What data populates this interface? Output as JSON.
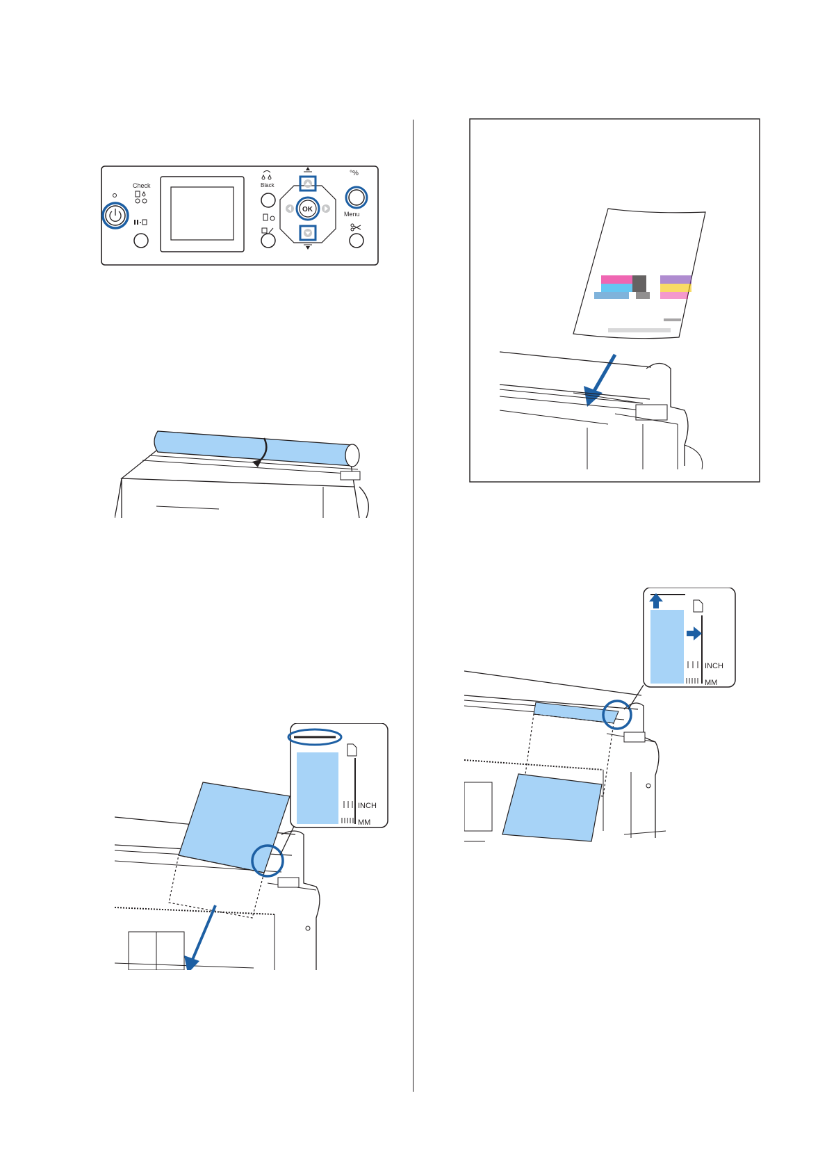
{
  "control_panel": {
    "labels": {
      "check": "Check",
      "black": "Black",
      "menu": "Menu",
      "ok": "OK"
    },
    "highlighted_buttons": [
      "power-button",
      "up-button",
      "ok-button",
      "down-button",
      "menu-button"
    ]
  },
  "paper_guide_inset": {
    "inch_label": "INCH",
    "mm_label": "MM"
  },
  "paper_guide_inset_2": {
    "inch_label": "INCH",
    "mm_label": "MM"
  },
  "colors": {
    "highlight_blue": "#1d5fa3",
    "paper_blue": "#a7d3f7",
    "line": "#231f20"
  }
}
